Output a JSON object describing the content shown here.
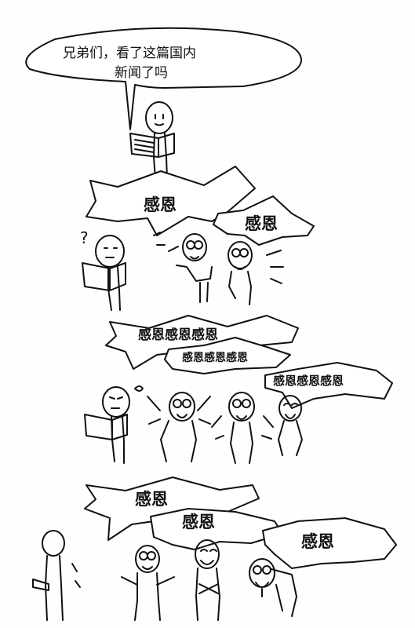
{
  "panel1": {
    "speech": [
      "兄弟们，看了这篇国内",
      "新闻了吗"
    ]
  },
  "panel2": {
    "bubble_a": "感恩",
    "bubble_b": "感恩",
    "question_mark": "?"
  },
  "panel3": {
    "bubble_a": "感恩感恩感恩",
    "bubble_b": "感恩感恩感恩",
    "bubble_c": "感恩感恩感恩"
  },
  "panel4": {
    "bubble_a": "感恩",
    "bubble_b": "感恩",
    "bubble_c": "感恩"
  },
  "colors": {
    "ink": "#111111",
    "paper": "#fefefe"
  }
}
